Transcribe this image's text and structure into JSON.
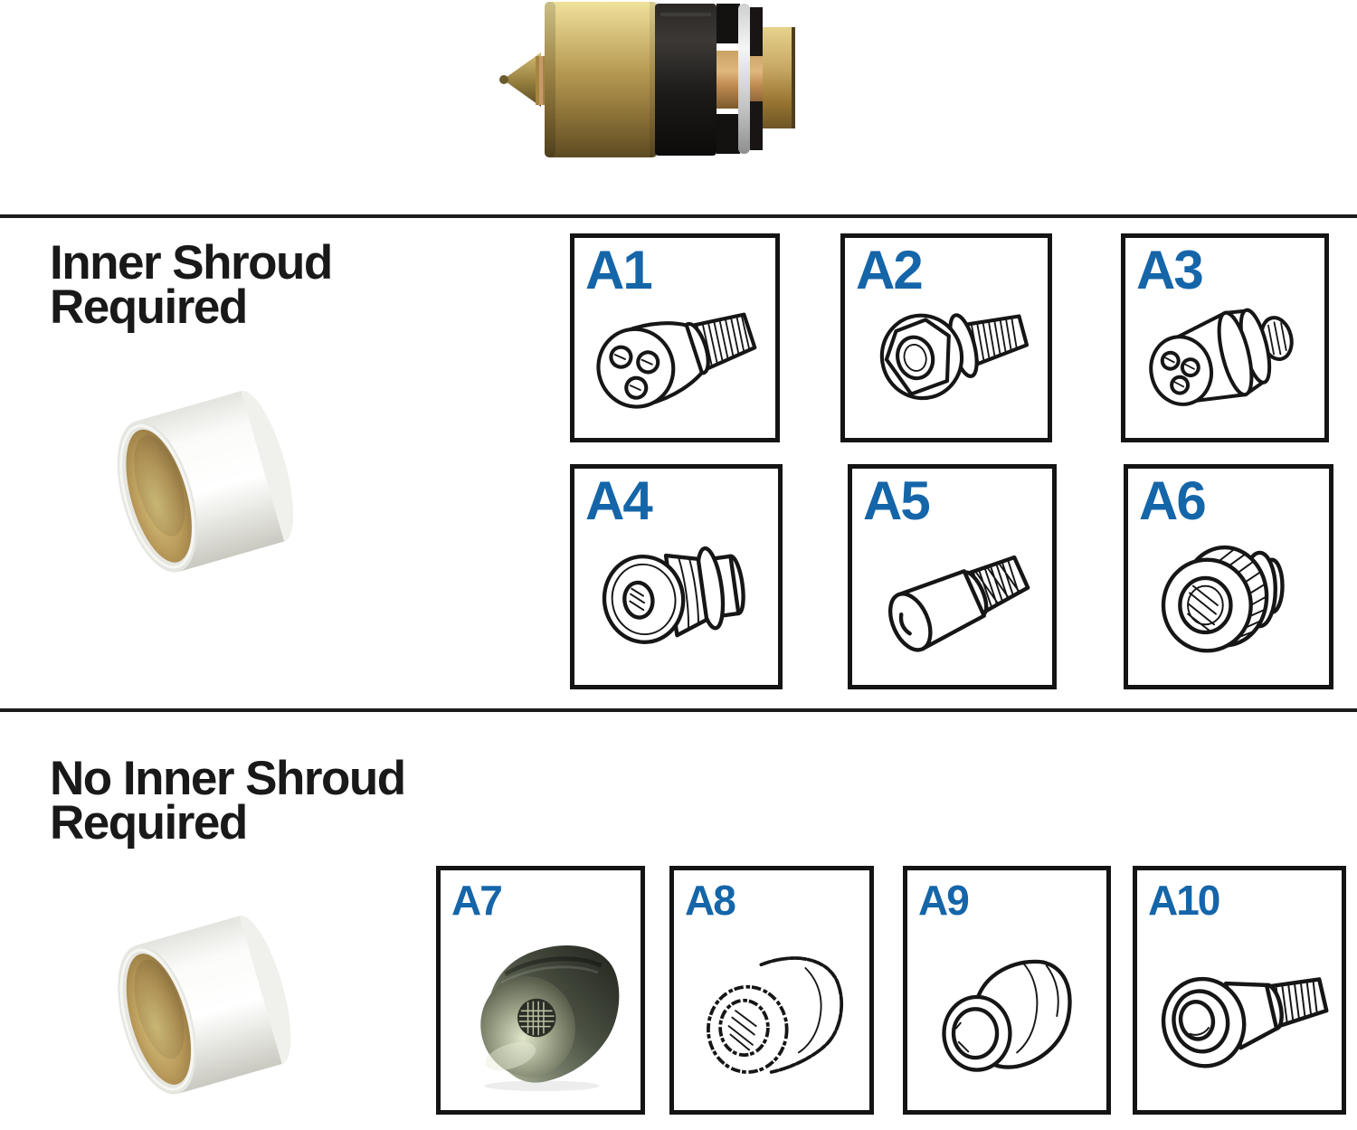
{
  "colors": {
    "accent_blue": "#1565a9",
    "heading_black": "#191919",
    "box_border": "#141414",
    "divider": "#1c1c1c",
    "background": "#ffffff",
    "brass": "#b69a52",
    "silver_sleeve": "#ececea",
    "bore_brass": "#bb9c5c"
  },
  "header": {
    "tool_photo": "wheel-lock-removal-socket-tool-photo"
  },
  "sections": [
    {
      "id": "inner-shroud-required",
      "heading_line1": "Inner Shroud",
      "heading_line2": "Required",
      "shroud_photo": "inner-shroud-metal-sleeve-photo",
      "items": [
        {
          "label": "A1",
          "icon": "lug-bolt-three-hole-drawing"
        },
        {
          "label": "A2",
          "icon": "lug-bolt-hex-head-drawing"
        },
        {
          "label": "A3",
          "icon": "lug-adapter-three-hole-flanged-drawing"
        },
        {
          "label": "A4",
          "icon": "lug-nut-flanged-drawing"
        },
        {
          "label": "A5",
          "icon": "lug-bolt-keyed-cylinder-drawing"
        },
        {
          "label": "A6",
          "icon": "lug-nut-splined-drawing"
        }
      ]
    },
    {
      "id": "no-inner-shroud-required",
      "heading_line1": "No Inner Shroud",
      "heading_line2": "Required",
      "shroud_photo": "inner-shroud-metal-sleeve-photo",
      "items": [
        {
          "label": "A7",
          "icon": "lug-nut-cap-photo"
        },
        {
          "label": "A8",
          "icon": "lug-nut-cylinder-drawing"
        },
        {
          "label": "A9",
          "icon": "lug-nut-stepped-drawing"
        },
        {
          "label": "A10",
          "icon": "lug-bolt-round-head-drawing"
        }
      ]
    }
  ]
}
